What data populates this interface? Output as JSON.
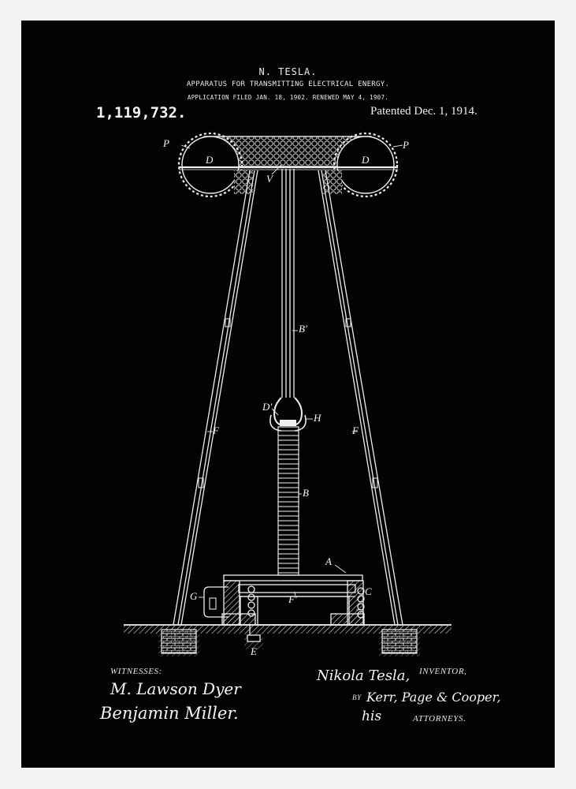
{
  "frame": {
    "color": "#f3f3f3",
    "print_background": "#030303",
    "ink_color": "#f2f2f2"
  },
  "header": {
    "inventor_name": "N. TESLA.",
    "title": "APPARATUS FOR TRANSMITTING ELECTRICAL ENERGY.",
    "application": "APPLICATION FILED JAN. 18, 1902. RENEWED MAY 4, 1907.",
    "patent_number": "1,119,732.",
    "patent_date": "Patented Dec. 1, 1914."
  },
  "drawing_labels": {
    "P_left": "P",
    "P_right": "P",
    "D_left": "D",
    "D_right": "D",
    "V": "V",
    "B_prime": "B'",
    "D_prime": "D'",
    "H": "H",
    "F_left": "F",
    "F_right": "F",
    "B": "B",
    "A": "A",
    "G": "G",
    "C": "C",
    "F_prime": "F'",
    "E": "E"
  },
  "footer": {
    "witnesses_label": "WITNESSES:",
    "witness_1": "M. Lawson Dyer",
    "witness_2": "Benjamin Miller.",
    "inventor_signature": "Nikola Tesla,",
    "inventor_label": "INVENTOR,",
    "by_label": "BY",
    "attorneys_signature": "Kerr, Page & Cooper,",
    "his_label": "his",
    "attorneys_label": "ATTORNEYS."
  }
}
